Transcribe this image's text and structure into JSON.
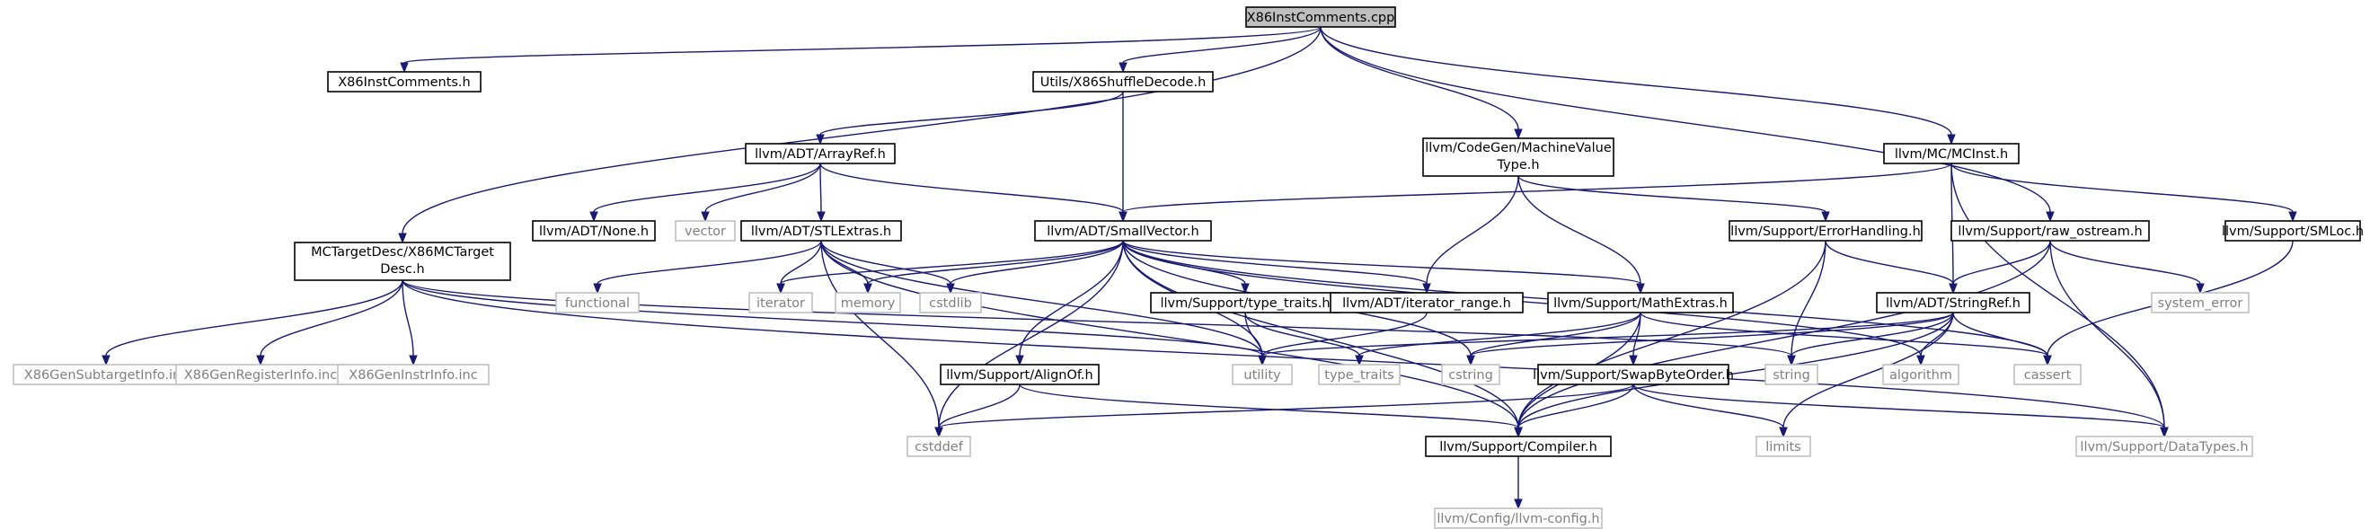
{
  "diagram": {
    "title": "",
    "colors": {
      "edge": "#191970",
      "focus_fill": "#bfbfbf",
      "focus_border": "#000000",
      "node_border": "#000000",
      "ext_border": "#bfbfbf",
      "ext_text": "#7f7f7f",
      "text": "#000000"
    },
    "nodes": [
      {
        "id": "root",
        "label": "X86InstComments.cpp",
        "kind": "focus"
      },
      {
        "id": "x86ic_h",
        "label": "X86InstComments.h",
        "kind": "doc"
      },
      {
        "id": "shuffle",
        "label": "Utils/X86ShuffleDecode.h",
        "kind": "doc"
      },
      {
        "id": "mctarget",
        "lines": [
          "MCTargetDesc/X86MCTarget",
          "Desc.h"
        ],
        "kind": "doc"
      },
      {
        "id": "mvt",
        "lines": [
          "llvm/CodeGen/MachineValue",
          "Type.h"
        ],
        "kind": "doc"
      },
      {
        "id": "mcinst",
        "label": "llvm/MC/MCInst.h",
        "kind": "doc"
      },
      {
        "id": "rawos",
        "label": "llvm/Support/raw_ostream.h",
        "kind": "doc"
      },
      {
        "id": "arrayref",
        "label": "llvm/ADT/ArrayRef.h",
        "kind": "doc"
      },
      {
        "id": "none",
        "label": "llvm/ADT/None.h",
        "kind": "doc"
      },
      {
        "id": "vector",
        "label": "vector",
        "kind": "ext"
      },
      {
        "id": "stlextras",
        "label": "llvm/ADT/STLExtras.h",
        "kind": "doc"
      },
      {
        "id": "smallvec",
        "label": "llvm/ADT/SmallVector.h",
        "kind": "doc"
      },
      {
        "id": "errhand",
        "label": "llvm/Support/ErrorHandling.h",
        "kind": "doc"
      },
      {
        "id": "smloc",
        "label": "llvm/Support/SMLoc.h",
        "kind": "doc"
      },
      {
        "id": "functional",
        "label": "functional",
        "kind": "ext"
      },
      {
        "id": "iterator",
        "label": "iterator",
        "kind": "ext"
      },
      {
        "id": "memory",
        "label": "memory",
        "kind": "ext"
      },
      {
        "id": "cstdlib",
        "label": "cstdlib",
        "kind": "ext"
      },
      {
        "id": "typetraits_h",
        "label": "llvm/Support/type_traits.h",
        "kind": "doc"
      },
      {
        "id": "iterrange",
        "label": "llvm/ADT/iterator_range.h",
        "kind": "doc"
      },
      {
        "id": "mathextras",
        "label": "llvm/Support/MathExtras.h",
        "kind": "doc"
      },
      {
        "id": "stringref",
        "label": "llvm/ADT/StringRef.h",
        "kind": "doc"
      },
      {
        "id": "system_error",
        "label": "system_error",
        "kind": "ext"
      },
      {
        "id": "subtarget",
        "label": "X86GenSubtargetInfo.inc",
        "kind": "ext"
      },
      {
        "id": "reginfo",
        "label": "X86GenRegisterInfo.inc",
        "kind": "ext"
      },
      {
        "id": "instrinfo",
        "label": "X86GenInstrInfo.inc",
        "kind": "ext"
      },
      {
        "id": "utility",
        "label": "utility",
        "kind": "ext"
      },
      {
        "id": "type_traits",
        "label": "type_traits",
        "kind": "ext"
      },
      {
        "id": "cstring",
        "label": "cstring",
        "kind": "ext"
      },
      {
        "id": "string",
        "label": "string",
        "kind": "ext"
      },
      {
        "id": "algorithm",
        "label": "algorithm",
        "kind": "ext"
      },
      {
        "id": "cassert",
        "label": "cassert",
        "kind": "ext"
      },
      {
        "id": "alignof",
        "label": "llvm/Support/AlignOf.h",
        "kind": "doc"
      },
      {
        "id": "swapbyte",
        "label": "llvm/Support/SwapByteOrder.h",
        "kind": "doc"
      },
      {
        "id": "cstddef",
        "label": "cstddef",
        "kind": "ext"
      },
      {
        "id": "compiler",
        "label": "llvm/Support/Compiler.h",
        "kind": "doc"
      },
      {
        "id": "limits",
        "label": "limits",
        "kind": "ext"
      },
      {
        "id": "datatypes",
        "label": "llvm/Support/DataTypes.h",
        "kind": "ext"
      },
      {
        "id": "llvmconfig",
        "label": "llvm/Config/llvm-config.h",
        "kind": "ext"
      }
    ],
    "edges": [
      [
        "root",
        "x86ic_h"
      ],
      [
        "root",
        "shuffle"
      ],
      [
        "root",
        "mctarget"
      ],
      [
        "root",
        "mvt"
      ],
      [
        "root",
        "mcinst"
      ],
      [
        "root",
        "rawos"
      ],
      [
        "shuffle",
        "arrayref"
      ],
      [
        "shuffle",
        "smallvec"
      ],
      [
        "arrayref",
        "none"
      ],
      [
        "arrayref",
        "vector"
      ],
      [
        "arrayref",
        "stlextras"
      ],
      [
        "arrayref",
        "smallvec"
      ],
      [
        "mctarget",
        "subtarget"
      ],
      [
        "mctarget",
        "reginfo"
      ],
      [
        "mctarget",
        "instrinfo"
      ],
      [
        "mctarget",
        "utility"
      ],
      [
        "mctarget",
        "datatypes"
      ],
      [
        "mctarget",
        "string"
      ],
      [
        "mvt",
        "iterrange"
      ],
      [
        "mvt",
        "mathextras"
      ],
      [
        "mvt",
        "errhand"
      ],
      [
        "mcinst",
        "smallvec"
      ],
      [
        "mcinst",
        "stringref"
      ],
      [
        "mcinst",
        "smloc"
      ],
      [
        "mcinst",
        "datatypes"
      ],
      [
        "rawos",
        "stringref"
      ],
      [
        "rawos",
        "system_error"
      ],
      [
        "rawos",
        "compiler"
      ],
      [
        "rawos",
        "datatypes"
      ],
      [
        "stlextras",
        "functional"
      ],
      [
        "stlextras",
        "iterator"
      ],
      [
        "stlextras",
        "memory"
      ],
      [
        "stlextras",
        "cstdlib"
      ],
      [
        "stlextras",
        "utility"
      ],
      [
        "stlextras",
        "cstddef"
      ],
      [
        "stlextras",
        "compiler"
      ],
      [
        "smallvec",
        "iterator"
      ],
      [
        "smallvec",
        "memory"
      ],
      [
        "smallvec",
        "cstdlib"
      ],
      [
        "smallvec",
        "typetraits_h"
      ],
      [
        "smallvec",
        "iterrange"
      ],
      [
        "smallvec",
        "mathextras"
      ],
      [
        "smallvec",
        "alignof"
      ],
      [
        "smallvec",
        "compiler"
      ],
      [
        "smallvec",
        "cstddef"
      ],
      [
        "smallvec",
        "cstring"
      ],
      [
        "smallvec",
        "algorithm"
      ],
      [
        "smallvec",
        "cassert"
      ],
      [
        "smallvec",
        "utility"
      ],
      [
        "errhand",
        "stringref"
      ],
      [
        "errhand",
        "compiler"
      ],
      [
        "errhand",
        "string"
      ],
      [
        "smloc",
        "cassert"
      ],
      [
        "typetraits_h",
        "utility"
      ],
      [
        "typetraits_h",
        "type_traits"
      ],
      [
        "iterrange",
        "utility"
      ],
      [
        "mathextras",
        "swapbyte"
      ],
      [
        "mathextras",
        "compiler"
      ],
      [
        "mathextras",
        "cstring"
      ],
      [
        "mathextras",
        "type_traits"
      ],
      [
        "mathextras",
        "cassert"
      ],
      [
        "stringref",
        "compiler"
      ],
      [
        "stringref",
        "string"
      ],
      [
        "stringref",
        "algorithm"
      ],
      [
        "stringref",
        "cassert"
      ],
      [
        "stringref",
        "utility"
      ],
      [
        "stringref",
        "cstring"
      ],
      [
        "stringref",
        "limits"
      ],
      [
        "alignof",
        "compiler"
      ],
      [
        "alignof",
        "cstddef"
      ],
      [
        "swapbyte",
        "compiler"
      ],
      [
        "swapbyte",
        "cstddef"
      ],
      [
        "swapbyte",
        "limits"
      ],
      [
        "swapbyte",
        "datatypes"
      ],
      [
        "compiler",
        "llvmconfig"
      ]
    ]
  }
}
